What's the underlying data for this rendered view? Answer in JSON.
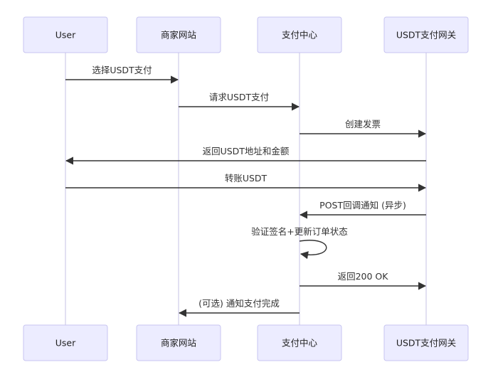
{
  "participants": [
    {
      "id": "user",
      "label": "User"
    },
    {
      "id": "merchant",
      "label": "商家网站"
    },
    {
      "id": "payment_center",
      "label": "支付中心"
    },
    {
      "id": "usdt_gateway",
      "label": "USDT支付网关"
    }
  ],
  "messages": [
    {
      "from": "user",
      "to": "merchant",
      "label": "选择USDT支付"
    },
    {
      "from": "merchant",
      "to": "payment_center",
      "label": "请求USDT支付"
    },
    {
      "from": "payment_center",
      "to": "usdt_gateway",
      "label": "创建发票"
    },
    {
      "from": "usdt_gateway",
      "to": "user",
      "label": "返回USDT地址和金额"
    },
    {
      "from": "user",
      "to": "usdt_gateway",
      "label": "转账USDT"
    },
    {
      "from": "usdt_gateway",
      "to": "payment_center",
      "label": "POST回调通知 (异步)"
    },
    {
      "from": "payment_center",
      "to": "payment_center",
      "label": "验证签名+更新订单状态"
    },
    {
      "from": "payment_center",
      "to": "usdt_gateway",
      "label": "返回200 OK"
    },
    {
      "from": "payment_center",
      "to": "merchant",
      "label": "(可选) 通知支付完成"
    }
  ],
  "colors": {
    "actor_fill": "#ececff",
    "actor_border": "#c7c4f0",
    "lifeline": "#cfcbe8",
    "message_line": "#333333",
    "text": "#222222"
  }
}
